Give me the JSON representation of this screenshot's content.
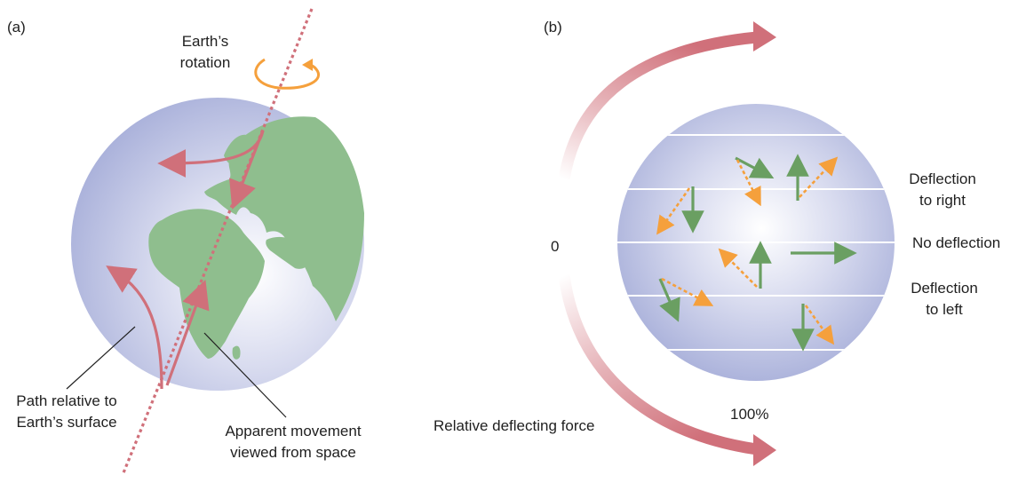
{
  "panel_a": {
    "letter": "(a)",
    "rotation_label": [
      "Earth’s",
      "rotation"
    ],
    "surface_path_label": [
      "Path relative to",
      "Earth’s surface"
    ],
    "apparent_label": [
      "Apparent movement",
      "viewed from space"
    ]
  },
  "panel_b": {
    "letter": "(b)",
    "scale_zero": "0",
    "scale_full": "100%",
    "scale_caption": "Relative deflecting force",
    "band_right": [
      "Deflection",
      "to right"
    ],
    "band_none": "No deflection",
    "band_left": [
      "Deflection",
      "to left"
    ]
  },
  "colors": {
    "globe_center": "#ffffff",
    "globe_edge": "#a5add8",
    "land": "#8fbe8e",
    "path_arrow": "#d0707a",
    "rotation_arrow": "#f5a03c",
    "green_arrow": "#6a9f62",
    "orange_dash": "#f5a03c",
    "axis": "#d0707a"
  }
}
